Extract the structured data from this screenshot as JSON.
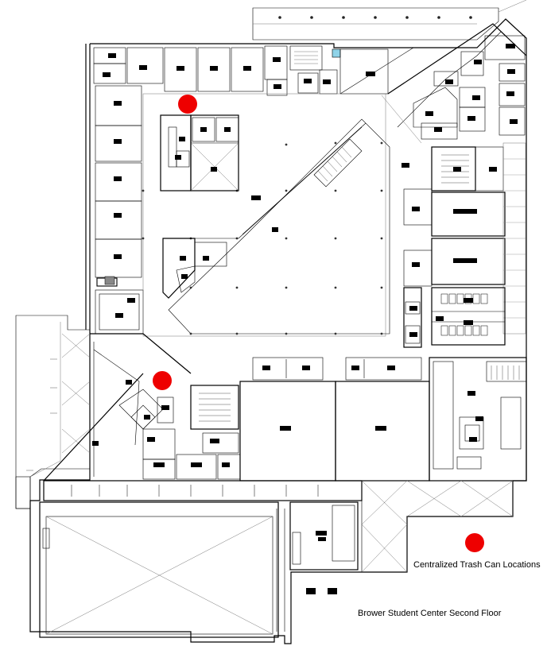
{
  "map": {
    "title": "Brower Student Center Second Floor",
    "legend": {
      "label": "Centralized Trash Can Locations",
      "marker_color": "#ee0000"
    },
    "trash_cans": [
      {
        "id": "trash-can-north"
      },
      {
        "id": "trash-can-southwest"
      },
      {
        "id": "trash-can-legend"
      }
    ]
  }
}
